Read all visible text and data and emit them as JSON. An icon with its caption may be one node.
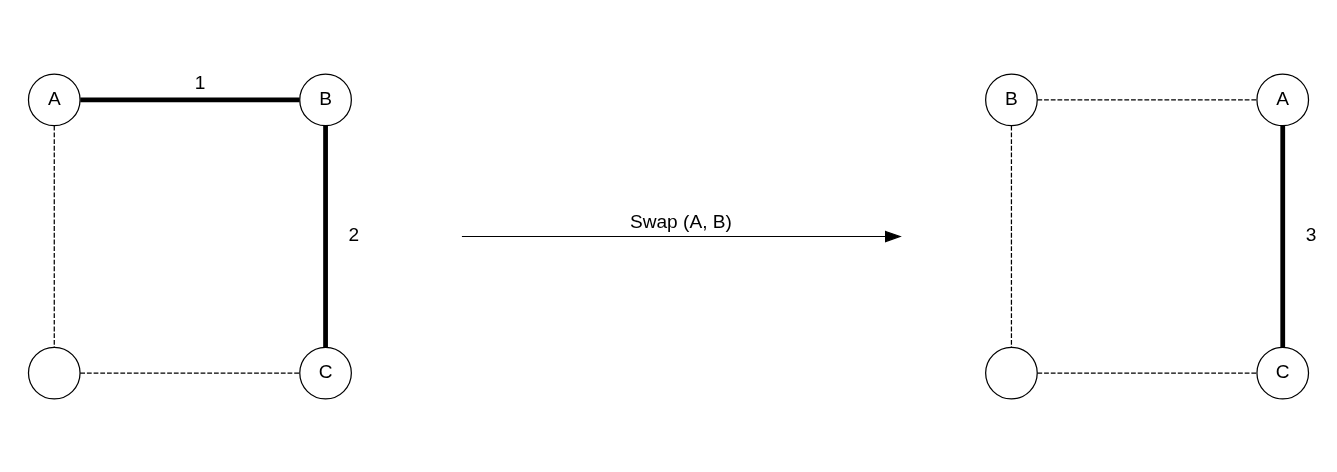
{
  "diagram": {
    "nodes": [
      {
        "text": [
          "A"
        ]
      },
      {
        "text": [
          "B"
        ]
      },
      {
        "text": [],
        "shape": "circle"
      },
      {
        "text": [
          "C"
        ]
      },
      {
        "text": [
          "B"
        ]
      },
      {
        "text": [
          "A"
        ]
      },
      {
        "text": [],
        "shape": "circle"
      },
      {
        "text": [
          "C"
        ]
      }
    ],
    "edges": [
      {
        "from": 0,
        "to": 1,
        "arrow": "none",
        "style": "thick",
        "label": "1"
      },
      {
        "from": 1,
        "to": 3,
        "arrow": "none",
        "style": "thick",
        "label": "2"
      },
      {
        "from": 0,
        "to": 2,
        "arrow": "none",
        "style": "dashed"
      },
      {
        "from": 2,
        "to": 3,
        "arrow": "none",
        "style": "dashed"
      },
      {
        "from": 4,
        "to": 5,
        "arrow": "none",
        "style": "dashed"
      },
      {
        "from": 5,
        "to": 7,
        "arrow": "none",
        "style": "thick",
        "label": "3"
      },
      {
        "from": 4,
        "to": 6,
        "arrow": "none",
        "style": "dashed"
      },
      {
        "from": 6,
        "to": 7,
        "arrow": "none",
        "style": "dashed"
      }
    ],
    "labels": [
      "Swap (A, B)"
    ]
  }
}
